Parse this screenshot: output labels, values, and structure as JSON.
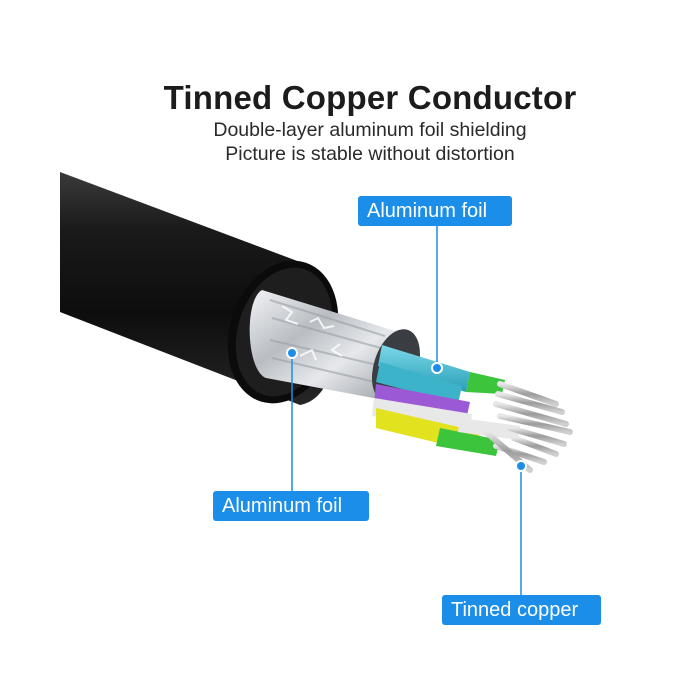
{
  "header": {
    "title": "Tinned Copper Conductor",
    "subtitle_1": "Double-layer aluminum foil shielding",
    "subtitle_2": "Picture is stable without distortion"
  },
  "callouts": {
    "top": "Aluminum foil",
    "left": "Aluminum foil",
    "bottom": "Tinned copper"
  },
  "colors": {
    "callout_bg": "#1a8ee8",
    "jacket": "#141414",
    "foil": "#c9ccd0",
    "wire_cyan": "#4fc3d8",
    "wire_green": "#3cc43c",
    "wire_purple": "#9b59d6",
    "wire_yellow": "#e2e21e",
    "wire_white": "#e8e8e8",
    "tinned_copper": "#b0b0b0"
  }
}
